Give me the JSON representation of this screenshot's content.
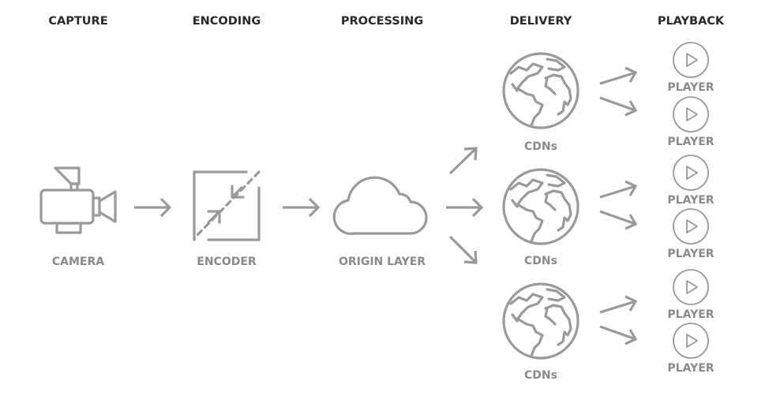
{
  "stages": {
    "capture": "CAPTURE",
    "encoding": "ENCODING",
    "processing": "PROCESSING",
    "delivery": "DELIVERY",
    "playback": "PLAYBACK"
  },
  "nodes": {
    "camera": "CAMERA",
    "encoder": "ENCODER",
    "origin": "ORIGIN LAYER",
    "cdns": [
      "CDNs",
      "CDNs",
      "CDNs"
    ],
    "players": [
      "PLAYER",
      "PLAYER",
      "PLAYER",
      "PLAYER",
      "PLAYER",
      "PLAYER"
    ]
  },
  "colors": {
    "heading": "#2a2a2a",
    "icon": "#9a9a9a",
    "label": "#8a8a8a"
  }
}
